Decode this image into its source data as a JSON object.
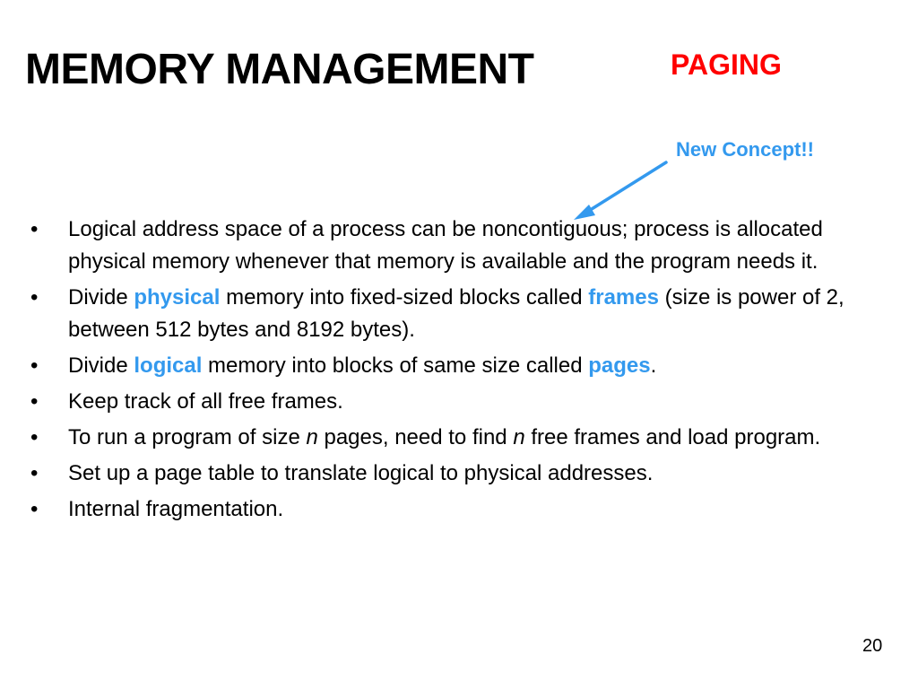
{
  "slide": {
    "title": "MEMORY MANAGEMENT",
    "subtitle": "PAGING",
    "callout": "New Concept!!",
    "page_number": "20",
    "colors": {
      "subtitle": "#ff0000",
      "accent": "#3399ee",
      "text": "#000000"
    },
    "bullet_symbol": "•",
    "bullets": [
      {
        "t1": "Logical address space of a process can be noncontiguous; process is allocated physical memory whenever that memory is available and the program needs it."
      },
      {
        "t1": "Divide ",
        "h1": "physical",
        "t2": " memory into fixed-sized blocks called ",
        "h2": "frames",
        "t3": " (size is power of 2, between 512 bytes and 8192 bytes)."
      },
      {
        "t1": "Divide ",
        "h1": "logical",
        "t2": " memory into blocks of same size called ",
        "h2": "pages",
        "t3": "."
      },
      {
        "t1": "Keep track of all free frames."
      },
      {
        "t1": "To run a program of size ",
        "e1": "n",
        "t2": " pages, need to find ",
        "e2": "n",
        "t3": " free frames and load program."
      },
      {
        "t1": "Set up a page table to translate logical to physical addresses."
      },
      {
        "t1": "Internal fragmentation."
      }
    ]
  }
}
